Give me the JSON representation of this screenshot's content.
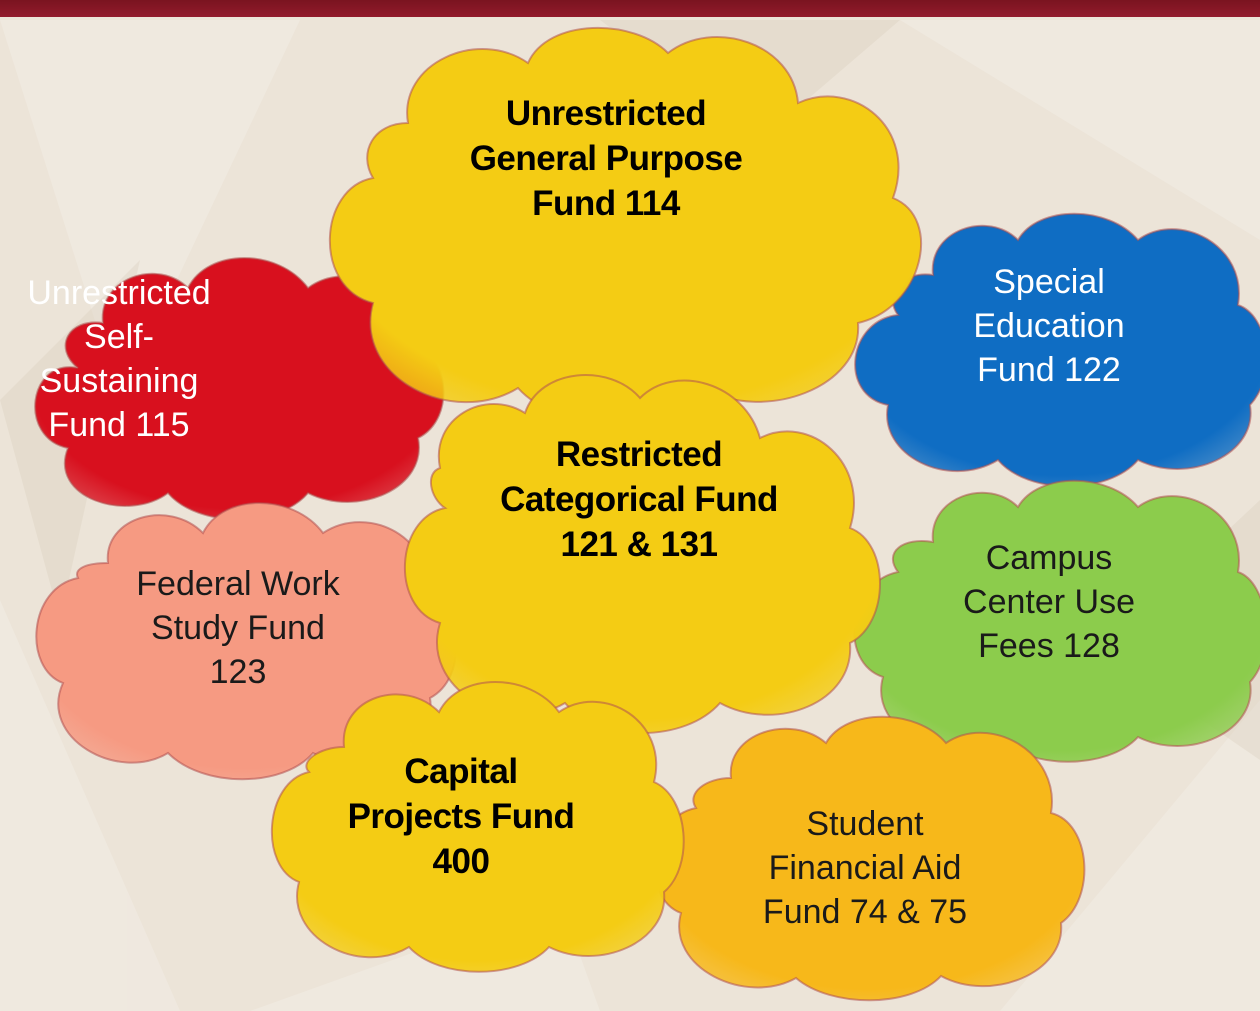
{
  "diagram": {
    "clouds": [
      {
        "id": "general-purpose",
        "label": "Unrestricted\nGeneral Purpose\nFund 114",
        "color": "#f4cc14"
      },
      {
        "id": "self-sustaining",
        "label": "Unrestricted\nSelf-\nSustaining\nFund 115",
        "color": "#d8101e"
      },
      {
        "id": "special-education",
        "label": "Special\nEducation\nFund 122",
        "color": "#0f6dc3"
      },
      {
        "id": "restricted-categorical",
        "label": "Restricted\nCategorical Fund\n121 & 131",
        "color": "#f4cc14"
      },
      {
        "id": "federal-work-study",
        "label": "Federal Work\nStudy Fund\n123",
        "color": "#f69a82"
      },
      {
        "id": "campus-center",
        "label": "Campus\nCenter Use\nFees 128",
        "color": "#8ccc4c"
      },
      {
        "id": "capital-projects",
        "label": "Capital\nProjects Fund\n400",
        "color": "#f4cc14"
      },
      {
        "id": "student-financial-aid",
        "label": "Student\nFinancial Aid\nFund 74 & 75",
        "color": "#f7b81a"
      }
    ]
  }
}
